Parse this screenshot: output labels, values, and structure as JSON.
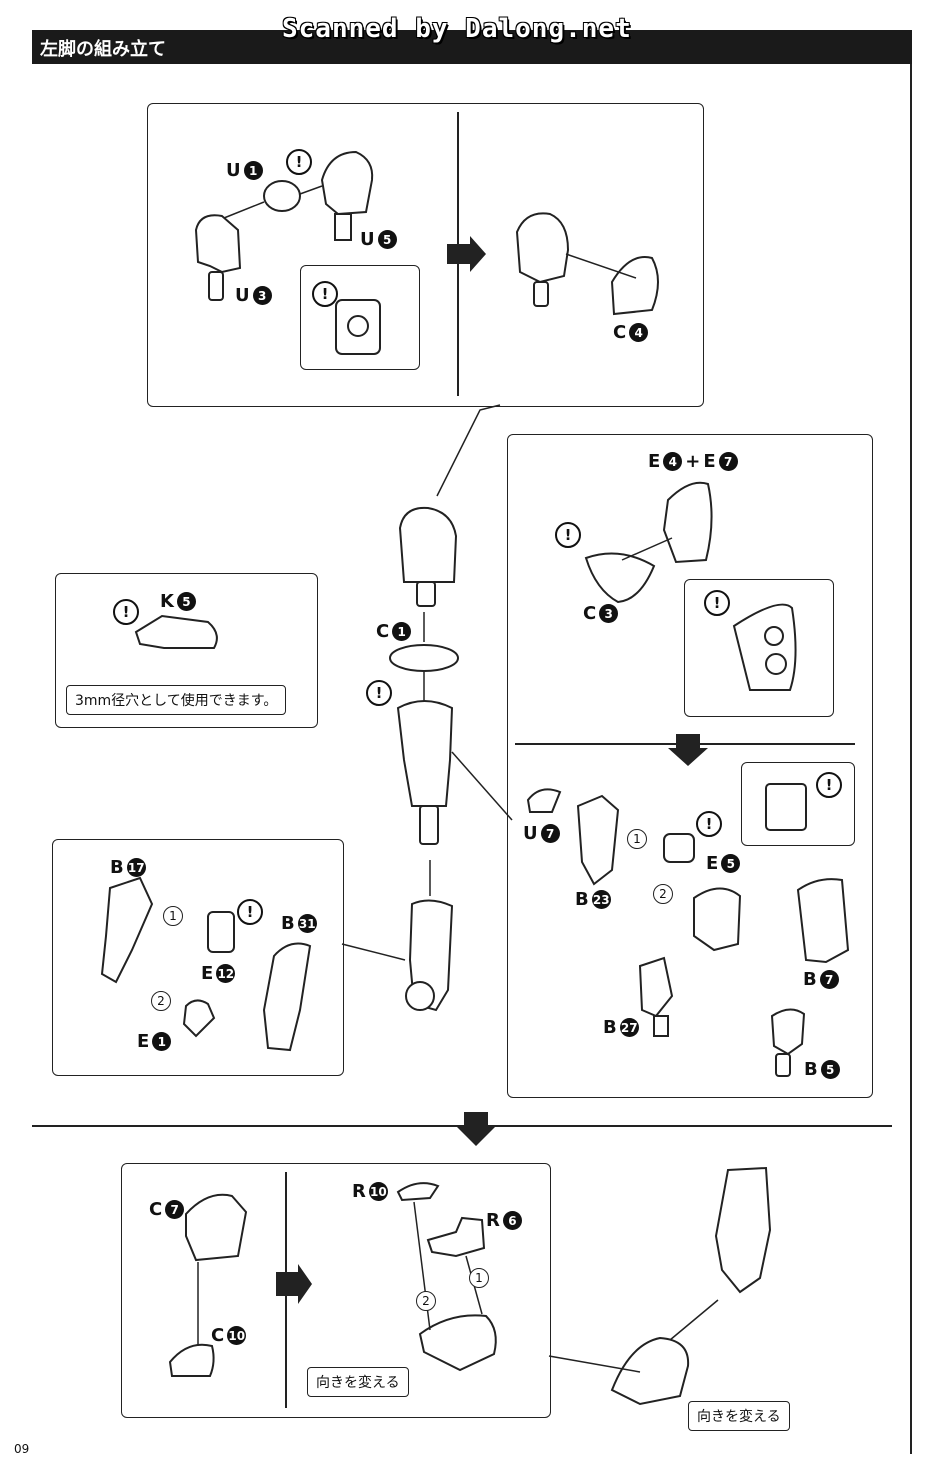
{
  "header": {
    "title": "左脚の組み立て"
  },
  "watermark": "Scanned by Dalong.net",
  "page_number": "09",
  "labels": {
    "u1": {
      "letter": "U",
      "num": "1"
    },
    "u5": {
      "letter": "U",
      "num": "5"
    },
    "u3": {
      "letter": "U",
      "num": "3"
    },
    "c4": {
      "letter": "C",
      "num": "4"
    },
    "e4e7": {
      "letter1": "E",
      "num1": "4",
      "plus": "+",
      "letter2": "E",
      "num2": "7"
    },
    "c3": {
      "letter": "C",
      "num": "3"
    },
    "k5": {
      "letter": "K",
      "num": "5"
    },
    "c1": {
      "letter": "C",
      "num": "1"
    },
    "u7": {
      "letter": "U",
      "num": "7"
    },
    "e5": {
      "letter": "E",
      "num": "5"
    },
    "b23": {
      "letter": "B",
      "num": "23"
    },
    "b7": {
      "letter": "B",
      "num": "7"
    },
    "b27": {
      "letter": "B",
      "num": "27"
    },
    "b5": {
      "letter": "B",
      "num": "5"
    },
    "b17": {
      "letter": "B",
      "num": "17"
    },
    "b31": {
      "letter": "B",
      "num": "31"
    },
    "e12": {
      "letter": "E",
      "num": "12"
    },
    "e1": {
      "letter": "E",
      "num": "1"
    },
    "c7": {
      "letter": "C",
      "num": "7"
    },
    "c10": {
      "letter": "C",
      "num": "10"
    },
    "r10": {
      "letter": "R",
      "num": "10"
    },
    "r6": {
      "letter": "R",
      "num": "6"
    }
  },
  "steps": {
    "one": "1",
    "two": "2"
  },
  "warning_symbol": "!",
  "notes": {
    "hole_3mm": "3mm径穴として使用できます。",
    "turn_around_1": "向きを変える",
    "turn_around_2": "向きを変える"
  }
}
